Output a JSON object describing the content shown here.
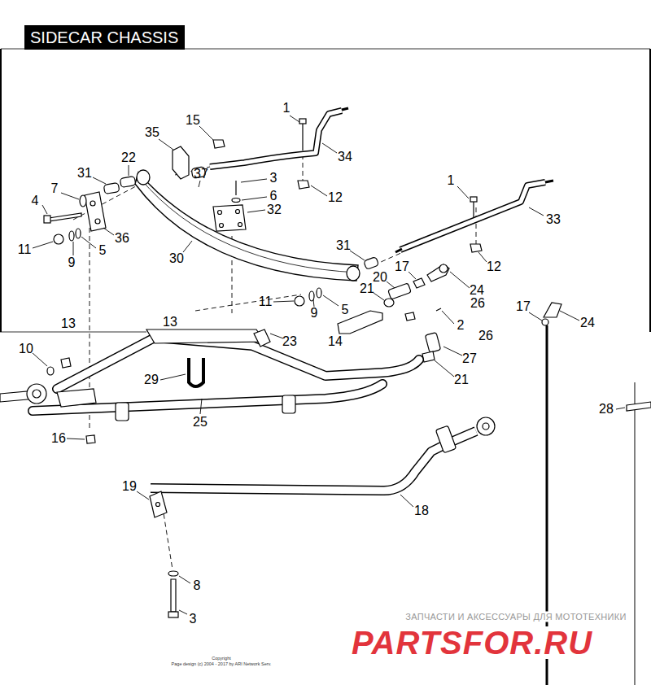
{
  "diagram": {
    "title": "SIDECAR CHASSIS",
    "labels": [
      "1",
      "15",
      "35",
      "34",
      "22",
      "31",
      "37",
      "3",
      "7",
      "6",
      "12",
      "4",
      "32",
      "1",
      "33",
      "36",
      "31",
      "11",
      "5",
      "30",
      "9",
      "12",
      "17",
      "20",
      "21",
      "24",
      "26",
      "11",
      "17",
      "5",
      "9",
      "24",
      "2",
      "13",
      "13",
      "26",
      "14",
      "23",
      "10",
      "27",
      "21",
      "29",
      "28",
      "25",
      "16",
      "19",
      "18",
      "8",
      "3",
      "ЗАПЧАСТИ И АКСЕССУАРЫ ДЛЯ МОТОТЕХНИКИ",
      "PARTSFOR.RU",
      "Copyright",
      "Page design (c) 2004 - 2017 by ARI Network Serv."
    ]
  }
}
